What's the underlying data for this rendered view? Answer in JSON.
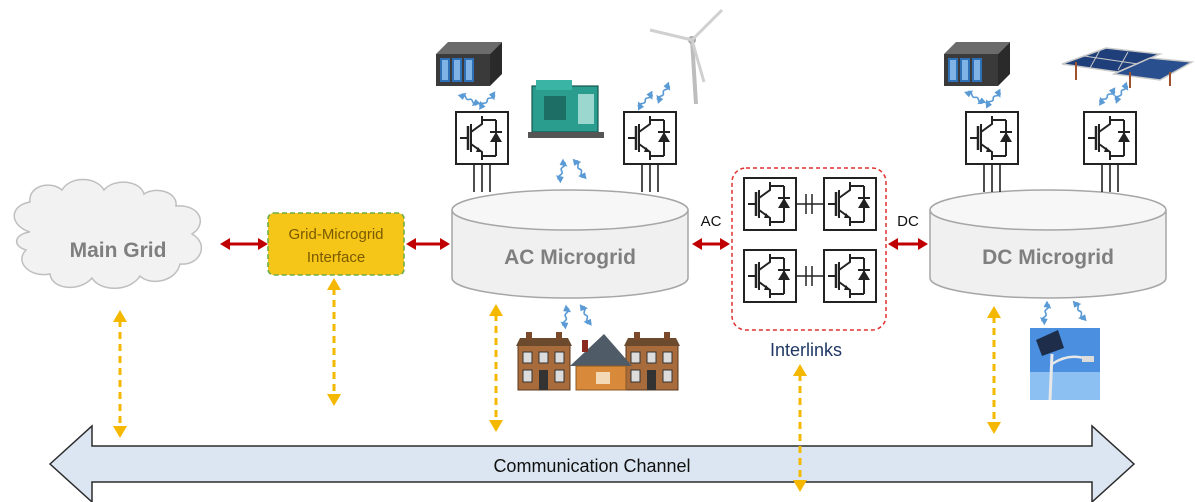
{
  "nodes": {
    "main_grid": "Main Grid",
    "interface": "Grid-Microgrid Interface",
    "interface_line1": "Grid-Microgrid",
    "interface_line2": "Interface",
    "ac_microgrid": "AC Microgrid",
    "dc_microgrid": "DC Microgrid",
    "interlinks": "Interlinks",
    "communication": "Communication Channel"
  },
  "link_labels": {
    "ac": "AC",
    "dc": "DC"
  },
  "icons": {
    "ac_side": [
      "battery-storage-icon",
      "diesel-generator-icon",
      "wind-turbine-icon",
      "houses-icon"
    ],
    "dc_side": [
      "battery-storage-icon",
      "solar-panel-icon",
      "solar-street-light-icon"
    ],
    "converters": "inverter-igbt-icon"
  },
  "colors": {
    "power_link": "#c00000",
    "comm_link": "#f5b800",
    "data_link": "#5b9bd5",
    "interface_fill": "#f5c518",
    "interlink_border": "#e03030",
    "channel_fill": "#dbe6f2",
    "microgrid_fill": "#f0f0f0"
  }
}
